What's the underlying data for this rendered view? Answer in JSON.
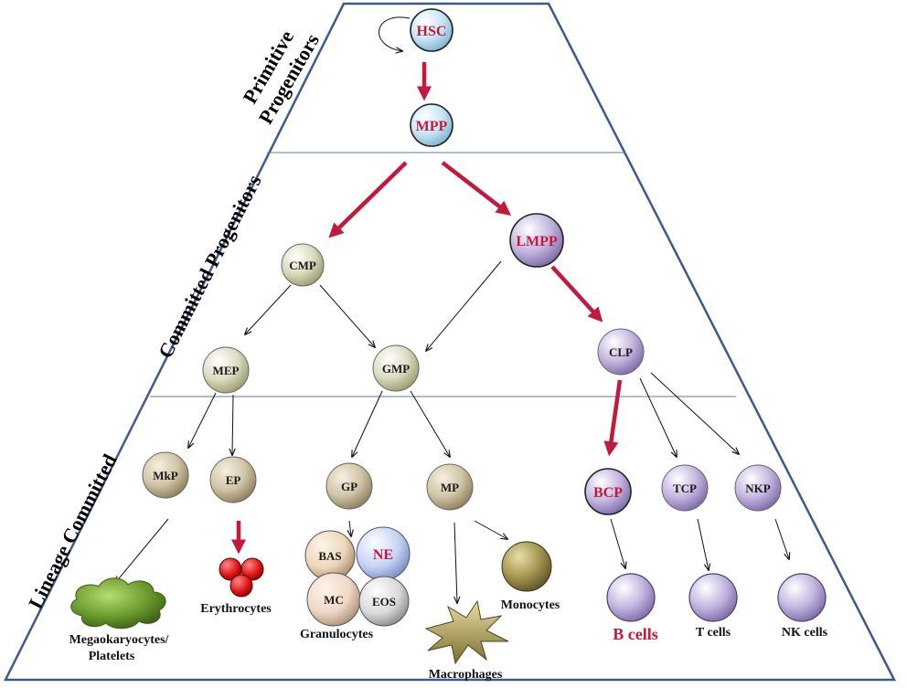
{
  "zones": {
    "primitive_line1": "Primitive",
    "primitive_line2": "Progenitors",
    "committed": "Committed Progenitors",
    "lineage": "Lineage Committed"
  },
  "cells": {
    "hsc": "HSC",
    "mpp": "MPP",
    "cmp": "CMP",
    "lmpp": "LMPP",
    "mep": "MEP",
    "gmp": "GMP",
    "clp": "CLP",
    "mkp": "MkP",
    "ep": "EP",
    "gp": "GP",
    "mp": "MP",
    "bcp": "BCP",
    "tcp": "TCP",
    "nkp": "NKP",
    "bas": "BAS",
    "ne": "NE",
    "mc": "MC",
    "eos": "EOS"
  },
  "outputs": {
    "megakaryocytes_line1": "Megaokaryocytes/",
    "megakaryocytes_line2": "Platelets",
    "erythrocytes": "Erythrocytes",
    "granulocytes": "Granulocytes",
    "macrophages": "Macrophages",
    "monocytes": "Monocytes",
    "b_cells": "B cells",
    "t_cells": "T cells",
    "nk_cells": "NK cells"
  },
  "colors": {
    "highlight": "#c21a3c",
    "border": "#3c5a8c",
    "stem_fill": "#c9e6f4",
    "myeloid_fill": "#dcdcc0",
    "lymphoid_fill": "#c4b6e0",
    "erythrocyte_fill": "#e01a1a",
    "platelet_fill": "#6a9a2e",
    "macrophage_fill": "#9a9050",
    "monocyte_fill": "#a0904c"
  }
}
